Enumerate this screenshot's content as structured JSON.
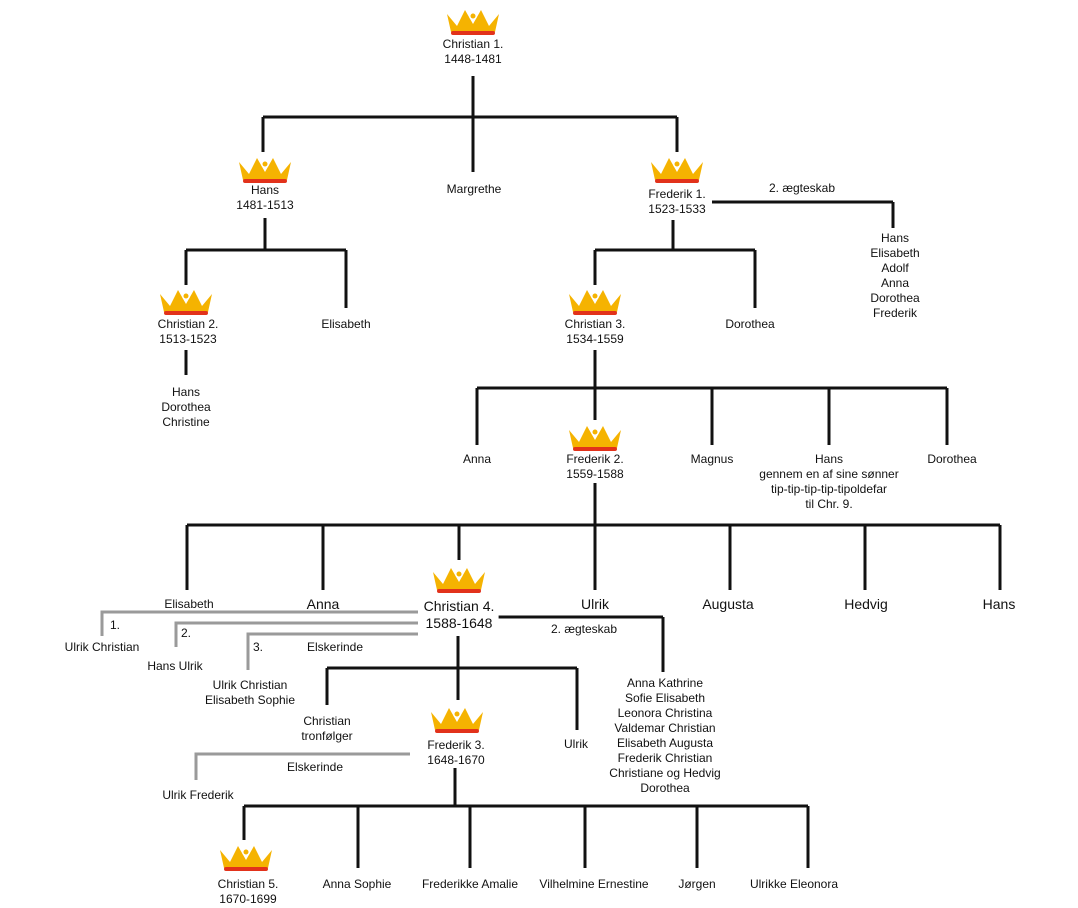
{
  "people": {
    "christian1": {
      "name": "Christian 1.",
      "years": "1448-1481"
    },
    "hans": {
      "name": "Hans",
      "years": "1481-1513"
    },
    "margrethe": {
      "name": "Margrethe"
    },
    "frederik1": {
      "name": "Frederik 1.",
      "years": "1523-1533"
    },
    "frederik1_second_marriage": {
      "label": "2. ægteskab",
      "children": [
        "Hans",
        "Elisabeth",
        "Adolf",
        "Anna",
        "Dorothea",
        "Frederik"
      ]
    },
    "christian2": {
      "name": "Christian 2.",
      "years": "1513-1523"
    },
    "christian2_children": [
      "Hans",
      "Dorothea",
      "Christine"
    ],
    "elisabeth_hans": {
      "name": "Elisabeth"
    },
    "christian3": {
      "name": "Christian 3.",
      "years": "1534-1559"
    },
    "dorothea_f1": {
      "name": "Dorothea"
    },
    "anna_c3": {
      "name": "Anna"
    },
    "frederik2": {
      "name": "Frederik 2.",
      "years": "1559-1588"
    },
    "magnus": {
      "name": "Magnus"
    },
    "hans_c3": {
      "lines": [
        "Hans",
        "gennem en af sine sønner",
        "tip-tip-tip-tip-tipoldefar",
        "til Chr. 9."
      ]
    },
    "dorothea_c3": {
      "name": "Dorothea"
    },
    "elisabeth_f2": {
      "name": "Elisabeth"
    },
    "anna_f2": {
      "name": "Anna"
    },
    "christian4": {
      "name": "Christian 4.",
      "years": "1588-1648"
    },
    "ulrik_f2": {
      "name": "Ulrik"
    },
    "augusta": {
      "name": "Augusta"
    },
    "hedvig": {
      "name": "Hedvig"
    },
    "hans_f2": {
      "name": "Hans"
    },
    "c4_rel1": {
      "num": "1.",
      "child": "Ulrik Christian"
    },
    "c4_rel2": {
      "num": "2.",
      "child": "Hans Ulrik"
    },
    "c4_rel3": {
      "num": "3.",
      "label": "Elskerinde",
      "children": [
        "Ulrik Christian",
        "Elisabeth Sophie"
      ]
    },
    "c4_second_marriage": {
      "label": "2. ægteskab",
      "children": [
        "Anna Kathrine",
        "Sofie Elisabeth",
        "Leonora Christina",
        "Valdemar Christian",
        "Elisabeth Augusta",
        "Frederik Christian",
        "Christiane og Hedvig",
        "Dorothea"
      ]
    },
    "christian_tronfolger": {
      "lines": [
        "Christian",
        "tronfølger"
      ]
    },
    "frederik3": {
      "name": "Frederik 3.",
      "years": "1648-1670"
    },
    "ulrik_c4": {
      "name": "Ulrik"
    },
    "f3_mistress": {
      "label": "Elskerinde",
      "child": "Ulrik Frederik"
    },
    "christian5": {
      "name": "Christian 5.",
      "years": "1670-1699"
    },
    "anna_sophie": {
      "name": "Anna Sophie"
    },
    "frederikke_amalie": {
      "name": "Frederikke Amalie"
    },
    "vilhelmine_ernestine": {
      "name": "Vilhelmine Ernestine"
    },
    "jorgen": {
      "name": "Jørgen"
    },
    "ulrikke_eleonora": {
      "name": "Ulrikke Eleonora"
    }
  },
  "colors": {
    "line": "#111111",
    "illegitimate_line": "#9a9a9a",
    "crown_gold": "#f5b301",
    "crown_red": "#e2321b"
  },
  "icons": {
    "crown": "crown-icon"
  }
}
